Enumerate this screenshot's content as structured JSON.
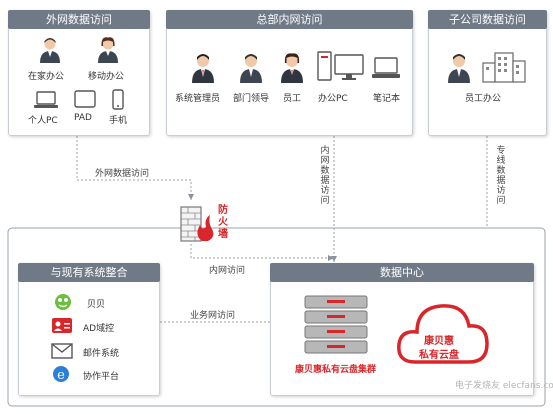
{
  "panels": {
    "external": {
      "title": "外网数据访问",
      "items": [
        "在家办公",
        "移动办公",
        "个人PC",
        "PAD",
        "手机"
      ]
    },
    "hq": {
      "title": "总部内网访问",
      "items": [
        "系统管理员",
        "部门领导",
        "员工",
        "办公PC",
        "笔记本"
      ]
    },
    "sub": {
      "title": "子公司数据访问",
      "items": [
        "员工办公"
      ]
    },
    "integration": {
      "title": "与现有系统整合",
      "items": [
        "贝贝",
        "AD域控",
        "邮件系统",
        "协作平台"
      ]
    },
    "datacenter": {
      "title": "数据中心",
      "cluster_label": "康贝惠私有云盘集群",
      "cloud_label_1": "康贝惠",
      "cloud_label_2": "私有云盘"
    }
  },
  "firewall": {
    "label": "防火墙"
  },
  "flows": {
    "external_access": "外网数据访问",
    "intranet_access": "内网数据访问",
    "dedicated_line": "专线数据访问",
    "intranet_link": "内网访问",
    "business_network": "业务网访问"
  },
  "watermark": "电子发烧友 elecfans.com",
  "colors": {
    "header": "#6f7a86",
    "accent_red": "#d9262b",
    "line": "#9aa3ad"
  }
}
